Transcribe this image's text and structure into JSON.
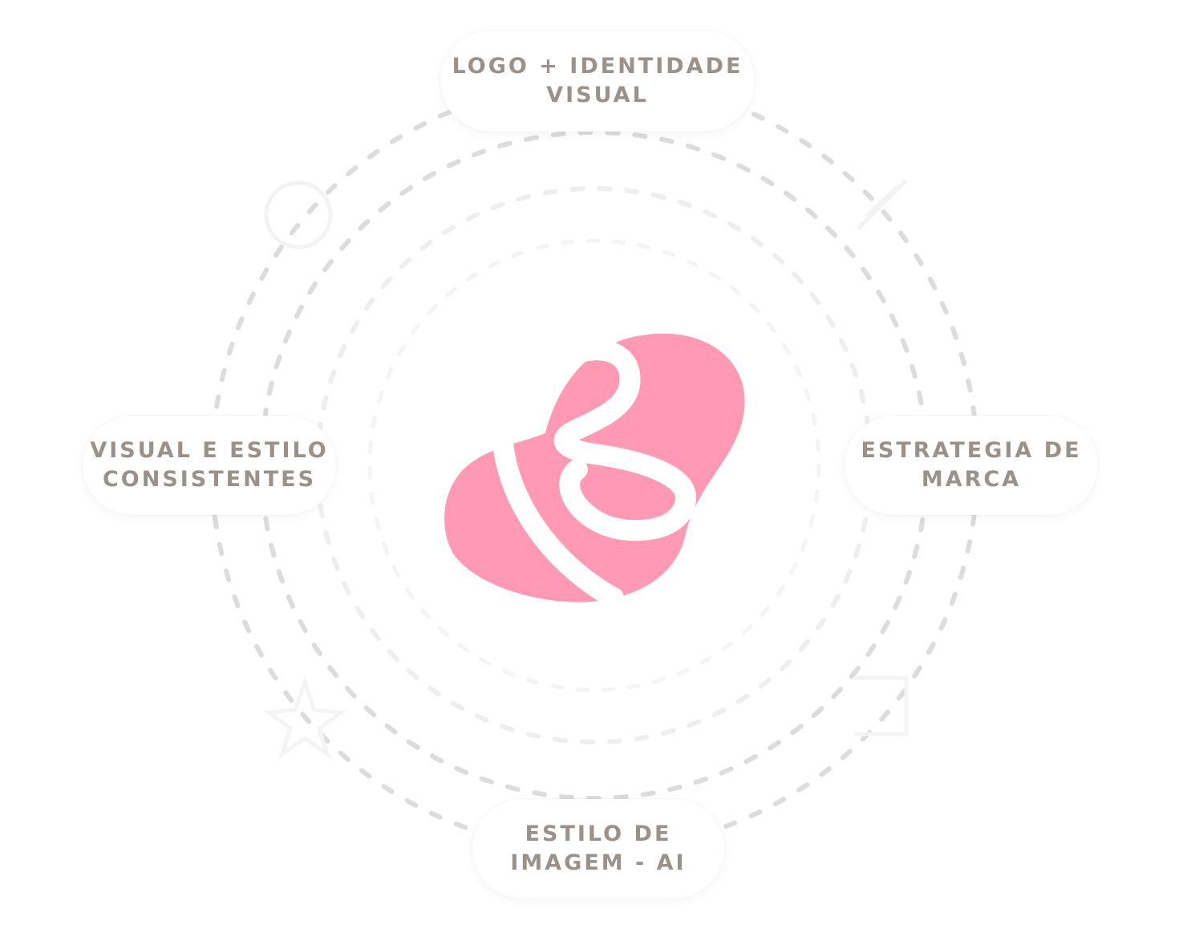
{
  "colors": {
    "background": "#ffffff",
    "text": "#9a918a",
    "accent": "#ff99b4",
    "dash_outer": "#dcdcdc",
    "dash_inner": "#eeeeee",
    "dash_innermost": "#f4f4f4"
  },
  "center_logo": {
    "icon": "pink-blob-letter-b-logo"
  },
  "nodes": [
    {
      "id": "top",
      "label": "LOGO + IDENTIDADE\nVISUAL"
    },
    {
      "id": "right",
      "label": "ESTRATEGIA DE\nMARCA"
    },
    {
      "id": "bottom",
      "label": "ESTILO DE\nIMAGEM - AI"
    },
    {
      "id": "left",
      "label": "VISUAL E ESTILO\nCONSISTENTES"
    }
  ],
  "decorations": [
    {
      "icon": "sparkle-icon"
    },
    {
      "icon": "pencil-icon"
    },
    {
      "icon": "star-icon"
    },
    {
      "icon": "sparkle-icon"
    }
  ]
}
